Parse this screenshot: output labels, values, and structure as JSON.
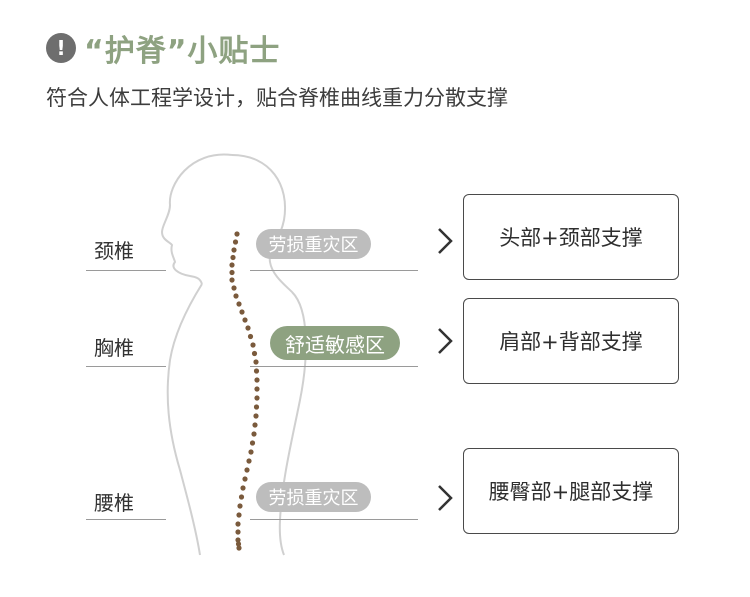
{
  "header": {
    "icon": "exclamation-icon",
    "title": "“护脊”小贴士",
    "subtitle": "符合人体工程学设计，贴合脊椎曲线重力分散支撑"
  },
  "zones": [
    {
      "name": "颈椎",
      "status": "劳损重灾区",
      "status_color": "#bdbdbd",
      "support": "头部+颈部支撑"
    },
    {
      "name": "胸椎",
      "status": "舒适敏感区",
      "status_color": "#8ea281",
      "support": "肩部+背部支撑"
    },
    {
      "name": "腰椎",
      "status": "劳损重灾区",
      "status_color": "#bdbdbd",
      "support": "腰臀部+腿部支撑"
    }
  ],
  "colors": {
    "accent": "#8ea281",
    "spine_dots": "#7a5a3c",
    "outline": "#d0d0d0"
  }
}
